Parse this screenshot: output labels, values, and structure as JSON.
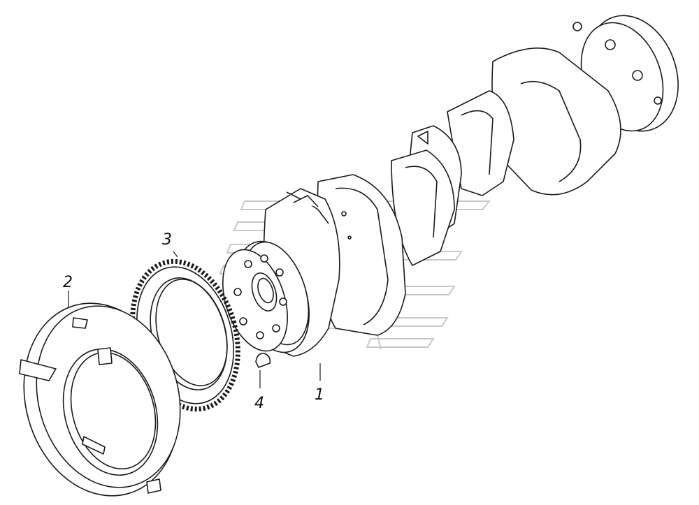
{
  "labels": {
    "crankshaft": "1",
    "counterweight": "2",
    "gear": "3",
    "key": "4"
  },
  "colors": {
    "line": "#1a1a1a",
    "watermark": "#bdbdbd",
    "fill": "#ffffff"
  }
}
